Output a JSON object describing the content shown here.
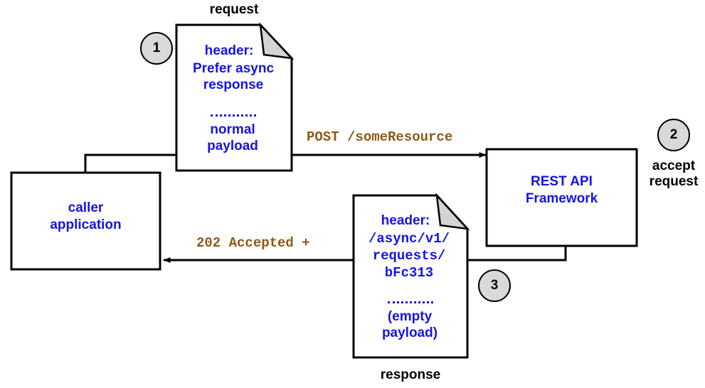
{
  "diagram": {
    "title_request": "request",
    "title_response": "response",
    "nodes": {
      "caller": {
        "label": "caller\napplication"
      },
      "rest_api": {
        "label": "REST API\nFramework"
      }
    },
    "request_doc": {
      "header_label": "header:",
      "header_value": "Prefer async\nresponse",
      "payload": "normal\npayload",
      "caption": "request"
    },
    "response_doc": {
      "header_label": "header:",
      "header_value": "/async/v1/\nrequests/\nbFc313",
      "payload": "(empty\npayload)",
      "caption": "response"
    },
    "edges": {
      "request_label": "POST /someResource",
      "response_label": "202 Accepted +"
    },
    "steps": [
      {
        "number": "1",
        "note": ""
      },
      {
        "number": "2",
        "note": "accept\nrequest"
      },
      {
        "number": "3",
        "note": ""
      }
    ],
    "colors": {
      "text_blue": "#1414e6",
      "text_brown": "#8a5a15",
      "stroke": "#000000",
      "badge_fill": "#d9d9d9",
      "fold_fill": "#d4d4d4"
    }
  }
}
